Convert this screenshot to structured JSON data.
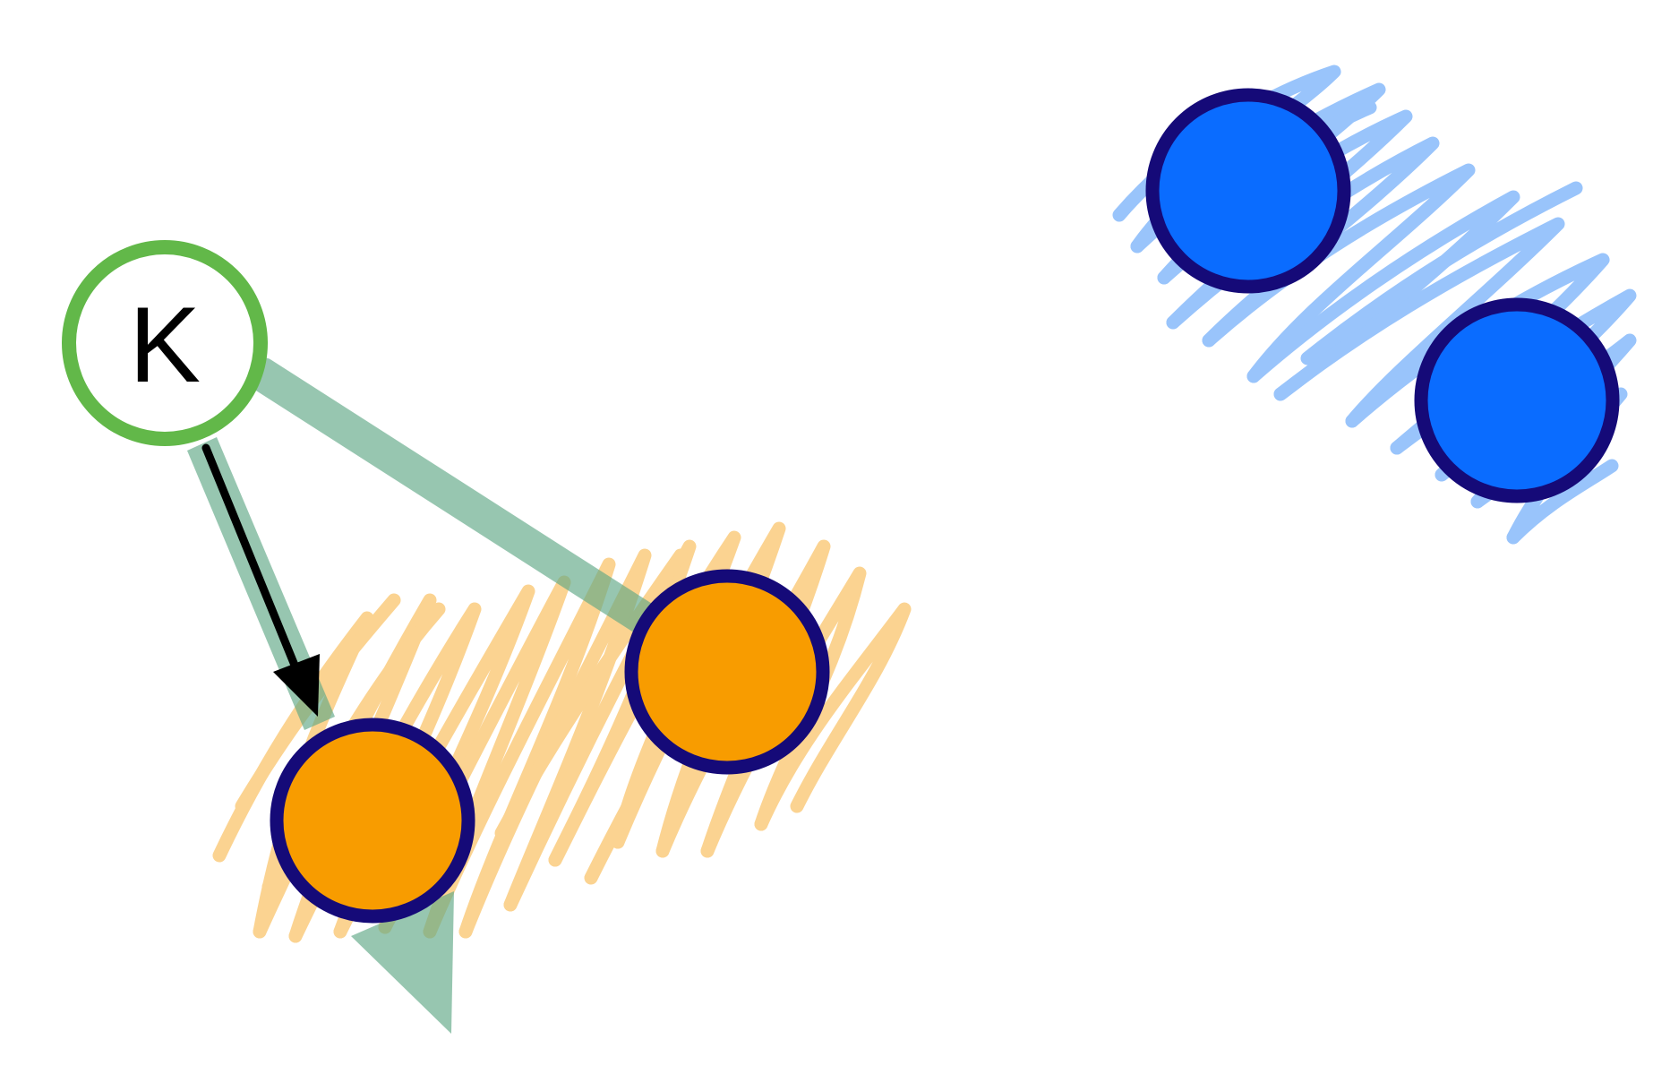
{
  "diagram": {
    "key_node": {
      "label": "K",
      "border_color": "#62b849",
      "fill_color": "#ffffff",
      "label_color": "#000000"
    },
    "highlight_arrow": {
      "color": "#5fa886",
      "opacity": 0.65
    },
    "pointer_arrow": {
      "color": "#000000"
    },
    "orange_cluster": {
      "node_fill": "#f89c00",
      "node_border": "#150a78",
      "scribble_color": "#fbd391",
      "nodes": [
        "orange-node-1",
        "orange-node-2"
      ]
    },
    "blue_cluster": {
      "node_fill": "#0a6cff",
      "node_border": "#150a78",
      "scribble_color": "#99c4fb",
      "nodes": [
        "blue-node-1",
        "blue-node-2"
      ]
    }
  }
}
